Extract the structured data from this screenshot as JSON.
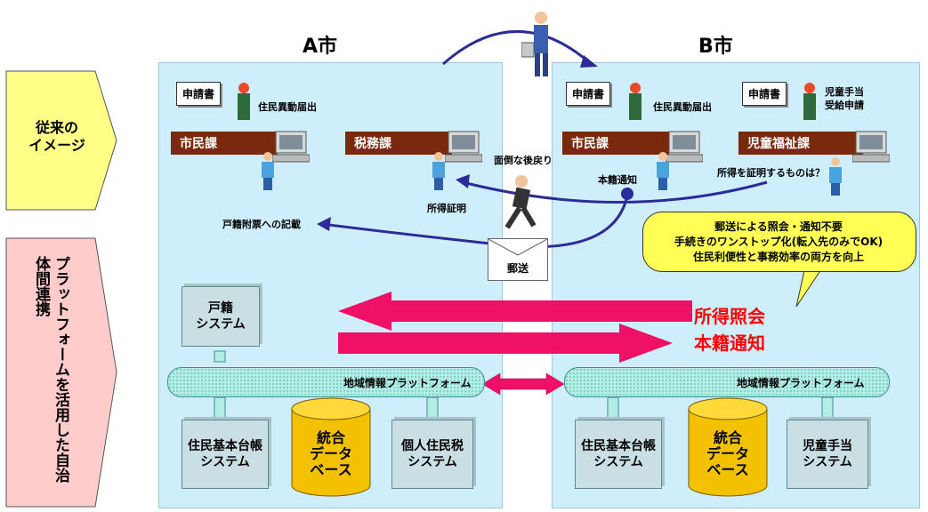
{
  "cities": {
    "a": {
      "name": "A市"
    },
    "b": {
      "name": "B市"
    }
  },
  "sidebar": {
    "conventional": "従来の\nイメージ",
    "platform": "プラットフォームを活用した自治体間連携"
  },
  "forms": {
    "a_form": "申請書",
    "b_form1": "申請書",
    "b_form2": "申請書"
  },
  "labels": {
    "a_move_notice": "住民異動届出",
    "b_move_notice": "住民異動届出",
    "child_allowance": "児童手当\n受給申請",
    "annoying_return": "面倒な後戻り",
    "honseki_notice": "本籍通知",
    "income_cert_q": "所得を証明するものは？",
    "income_cert": "所得証明",
    "koseki_record": "戸籍附票への記載",
    "postal": "郵送"
  },
  "departments": {
    "a_citizen": "市民課",
    "a_tax": "税務課",
    "b_citizen": "市民課",
    "b_child": "児童福祉課"
  },
  "callout": {
    "line1": "郵送による照会・通知不要",
    "line2": "手続きのワンストップ化(転入先のみでOK)",
    "line3": "住民利便性と事務効率の両方を向上"
  },
  "flows": {
    "income_inquiry": "所得照会",
    "honseki_notice": "本籍通知"
  },
  "systems": {
    "koseki": "戸籍\nシステム",
    "a_resident_registry": "住民基本台帳\nシステム",
    "a_individual_tax": "個人住民税\nシステム",
    "b_resident_registry": "住民基本台帳\nシステム",
    "b_child_allowance": "児童手当\nシステム"
  },
  "databases": {
    "a_integrated": "統合\nデータ\nベース",
    "b_integrated": "統合\nデータ\nベース"
  },
  "platform": {
    "a_label": "地域情報プラットフォーム",
    "b_label": "地域情報プラットフォーム"
  },
  "colors": {
    "panel": "#cfeefc",
    "dept_bar": "#7a2a0c",
    "arrow_pink": "#ee1166",
    "curve_navy": "#2b2b9a",
    "callout_yellow": "#ffff55",
    "db_gold": "#f2c200"
  }
}
